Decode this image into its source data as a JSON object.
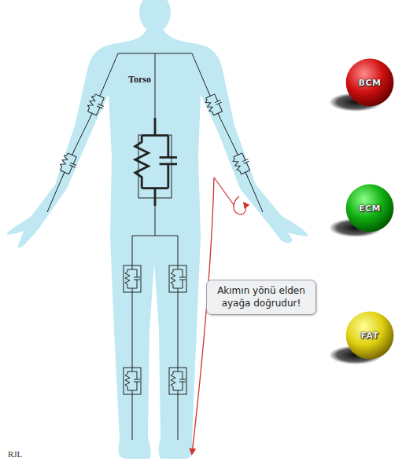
{
  "diagram": {
    "nodes": [
      {
        "text": [
          "BCM"
        ]
      },
      {
        "text": [
          "ECM"
        ]
      },
      {
        "text": [
          "Akımın yönü elden ayağa doğrudur!"
        ]
      },
      {
        "text": [
          "FAT"
        ]
      }
    ],
    "labels": [
      "Torso",
      "RJL"
    ]
  }
}
